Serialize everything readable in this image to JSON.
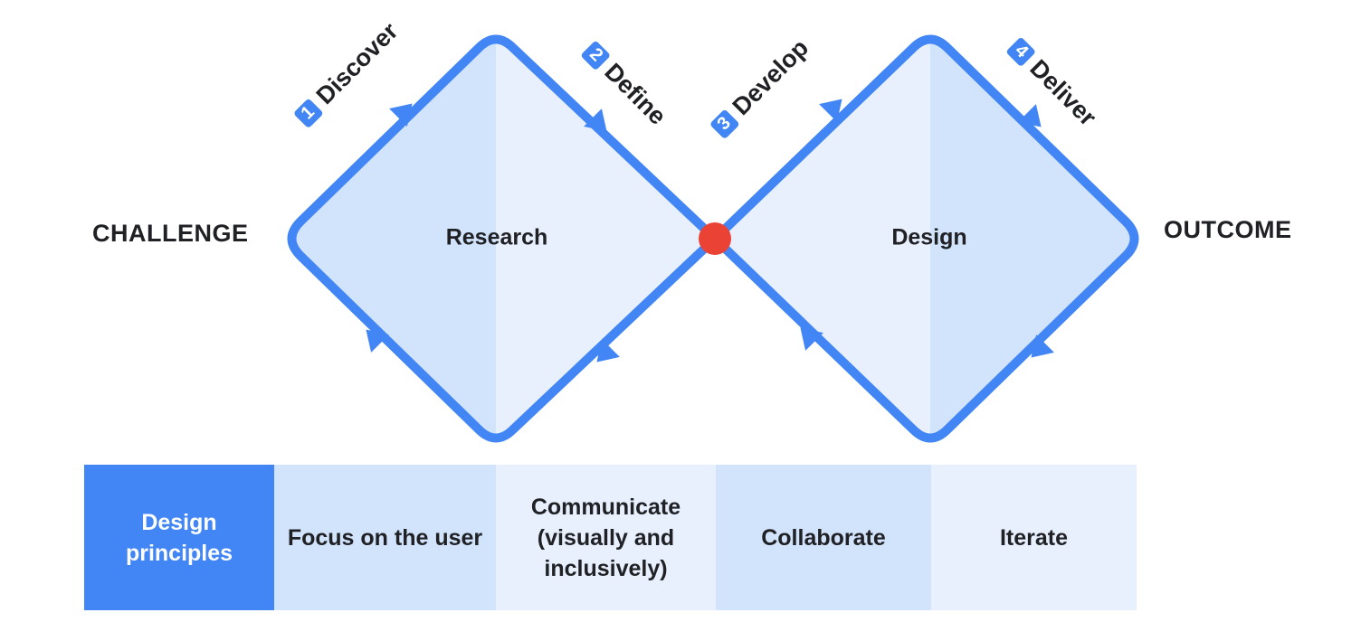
{
  "labels": {
    "start": "CHALLENGE",
    "end": "OUTCOME"
  },
  "diamonds": [
    {
      "label": "Research"
    },
    {
      "label": "Design"
    }
  ],
  "phases": [
    {
      "number": "1",
      "name": "Discover"
    },
    {
      "number": "2",
      "name": "Define"
    },
    {
      "number": "3",
      "name": "Develop"
    },
    {
      "number": "4",
      "name": "Deliver"
    }
  ],
  "principles": {
    "header": "Design principles",
    "items": [
      "Focus on the user",
      "Communicate (visually and inclusively)",
      "Collaborate",
      "Iterate"
    ]
  },
  "colors": {
    "accent": "#4285f4",
    "diamond_fill_dark": "#d2e3fc",
    "diamond_fill_light": "#e8f0fe",
    "center_dot": "#ea4335",
    "text": "#202124"
  }
}
